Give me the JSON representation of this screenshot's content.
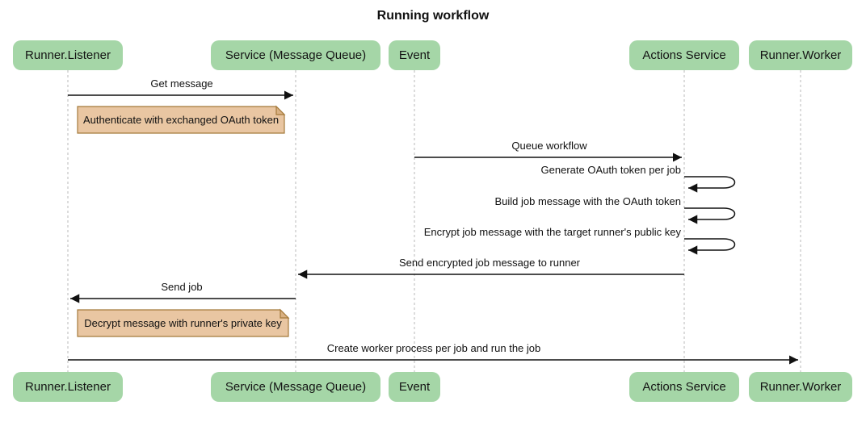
{
  "title": "Running workflow",
  "diagram_type": "sequence",
  "colors": {
    "background": "#ffffff",
    "actor_fill": "#a5d6a7",
    "actor_text": "#141414",
    "note_fill": "#e9c6a2",
    "note_border": "#a57a3b",
    "lifeline": "#b9b9b9",
    "message_line": "#111111",
    "text": "#111111"
  },
  "actors": [
    {
      "label": "Runner.Listener"
    },
    {
      "label": "Service (Message Queue)"
    },
    {
      "label": "Event"
    },
    {
      "label": "Actions Service"
    },
    {
      "label": "Runner.Worker"
    }
  ],
  "messages": [
    {
      "from": "Runner.Listener",
      "to": "Service (Message Queue)",
      "label": "Get message",
      "type": "solid-arrow"
    },
    {
      "from": "Event",
      "to": "Actions Service",
      "label": "Queue workflow",
      "type": "solid-arrow"
    },
    {
      "from": "Actions Service",
      "to": "Actions Service",
      "label": "Generate OAuth token per job",
      "type": "self-loop"
    },
    {
      "from": "Actions Service",
      "to": "Actions Service",
      "label": "Build job message with the OAuth token",
      "type": "self-loop"
    },
    {
      "from": "Actions Service",
      "to": "Actions Service",
      "label": "Encrypt job message with the target runner's public key",
      "type": "self-loop"
    },
    {
      "from": "Actions Service",
      "to": "Service (Message Queue)",
      "label": "Send encrypted job message to runner",
      "type": "solid-arrow"
    },
    {
      "from": "Service (Message Queue)",
      "to": "Runner.Listener",
      "label": "Send job",
      "type": "solid-arrow"
    },
    {
      "from": "Runner.Listener",
      "to": "Runner.Worker",
      "label": "Create worker process per job and run the job",
      "type": "solid-arrow"
    }
  ],
  "notes": [
    {
      "over": "Runner.Listener",
      "text": "Authenticate with exchanged OAuth token"
    },
    {
      "over": "Runner.Listener",
      "text": "Decrypt message with runner's private key"
    }
  ]
}
